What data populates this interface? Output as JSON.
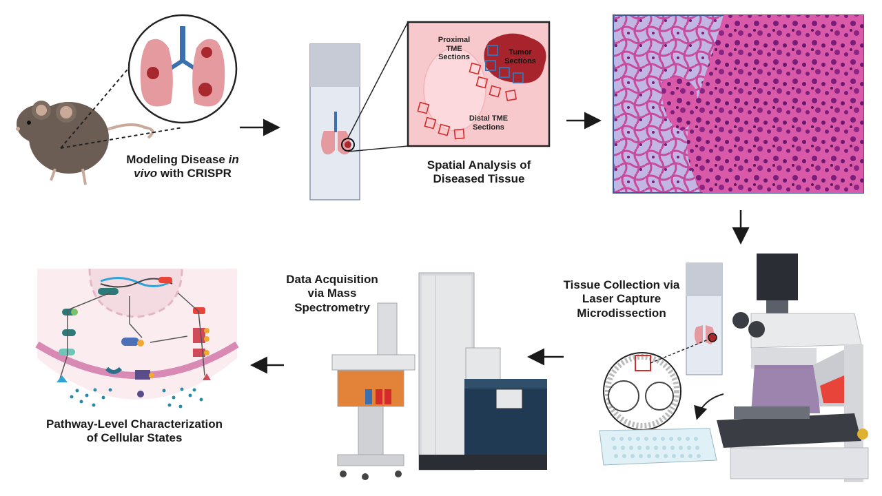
{
  "labels": {
    "modeling_1": "Modeling Disease",
    "modeling_in": "in",
    "modeling_vivo": "vivo",
    "modeling_2": "with CRISPR",
    "spatial": "Spatial Analysis of Diseased Tissue",
    "tissue_collection": "Tissue Collection via Laser Capture Microdissection",
    "data_acquisition": "Data Acquisition via Mass Spectrometry",
    "pathway": "Pathway-Level Characterization of Cellular States"
  },
  "inset": {
    "proximal": "Proximal TME Sections",
    "tumor": "Tumor Sections",
    "distal": "Distal TME Sections"
  },
  "colors": {
    "tissue_pink": "#f7c8cc",
    "tumor_red": "#9b1c24",
    "histology": "#c4398f",
    "arrow": "#1a1a1a"
  },
  "icons": [
    "mouse-icon",
    "lungs-icon",
    "slide-icon",
    "histology-image",
    "microscope-icon",
    "well-plate-icon",
    "mass-spectrometer-icon",
    "cell-pathway-icon"
  ]
}
